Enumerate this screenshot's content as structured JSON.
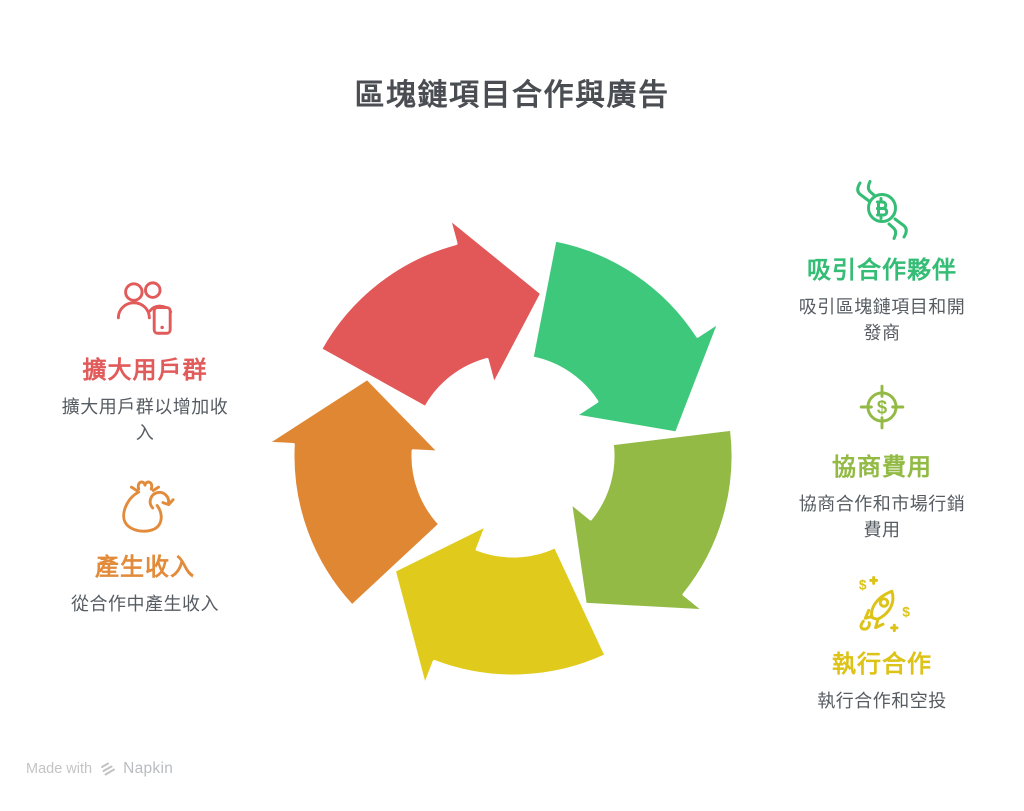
{
  "title": "區塊鏈項目合作與廣告",
  "items": [
    {
      "heading": "吸引合作夥伴",
      "description": "吸引區塊鏈項目和開發商",
      "color": "#35bd76",
      "icon": "bitcoin-handshake-icon"
    },
    {
      "heading": "協商費用",
      "description": "協商合作和市場行銷費用",
      "color": "#92ba44",
      "icon": "dollar-target-icon"
    },
    {
      "heading": "執行合作",
      "description": "執行合作和空投",
      "color": "#ddc318",
      "icon": "rocket-dollar-icon"
    },
    {
      "heading": "擴大用戶群",
      "description": "擴大用戶群以增加收入",
      "color": "#e15b5b",
      "icon": "users-phone-icon"
    },
    {
      "heading": "產生收入",
      "description": "從合作中產生收入",
      "color": "#e28b3a",
      "icon": "money-bag-icon"
    }
  ],
  "cycle": {
    "direction": "clockwise",
    "segments": [
      {
        "name": "expand-user-base",
        "color": "#e25757"
      },
      {
        "name": "attract-partners",
        "color": "#3ec87c"
      },
      {
        "name": "negotiate-fees",
        "color": "#92ba44"
      },
      {
        "name": "execute-partnerships",
        "color": "#e0cb1c"
      },
      {
        "name": "generate-revenue",
        "color": "#e08733"
      }
    ],
    "outline_color": "#ffffff"
  },
  "watermark": {
    "prefix": "Made with",
    "brand": "Napkin"
  }
}
